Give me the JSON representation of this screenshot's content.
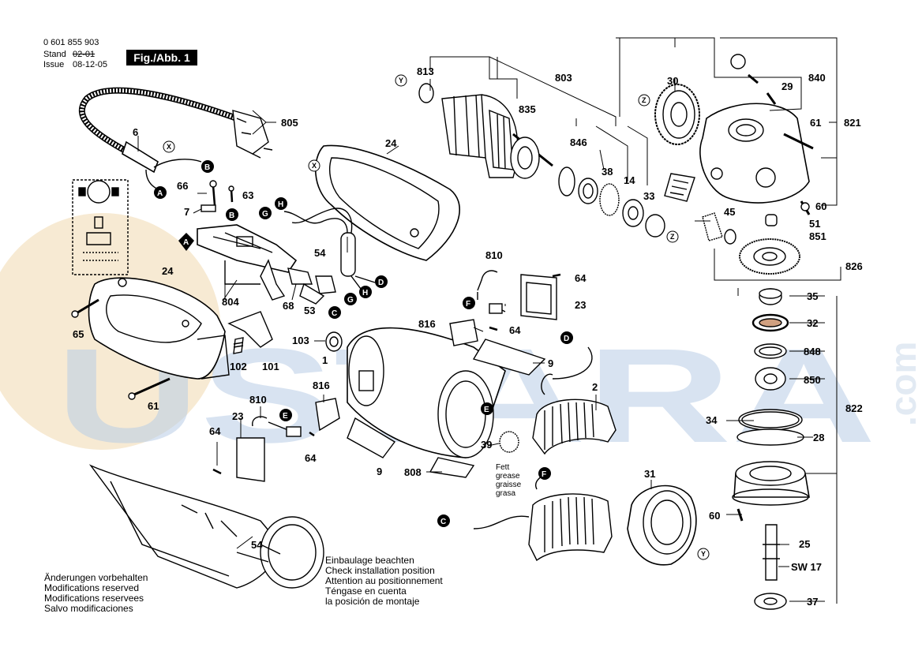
{
  "header": {
    "part_number": "0 601 855 903",
    "stand_label": "Stand",
    "stand_value": "02-01",
    "issue_label": "Issue",
    "issue_value": "08-12-05",
    "figure_badge": "Fig./Abb. 1"
  },
  "notes": {
    "modifications": [
      "Änderungen vorbehalten",
      "Modifications reserved",
      "Modifications reservees",
      "Salvo modificaciones"
    ],
    "installation": [
      "Einbaulage beachten",
      "Check installation position",
      "Attention au positionnement",
      "Téngase en cuenta",
      "la posición de montaje"
    ],
    "grease": [
      "Fett",
      "grease",
      "graisse",
      "grasa"
    ]
  },
  "watermark": {
    "brand": "USTARA",
    "suffix": ".com",
    "color": "#b9cde6",
    "circle_color": "#f4e3c4"
  },
  "labels": {
    "l805": "805",
    "l6": "6",
    "l24a": "24",
    "l24b": "24",
    "l66": "66",
    "l63": "63",
    "l7": "7",
    "l54a": "54",
    "l54b": "54",
    "l804": "804",
    "l68": "68",
    "l53": "53",
    "l65": "65",
    "l102": "102",
    "l101": "101",
    "l61a": "61",
    "l61b": "61",
    "l813": "813",
    "l803": "803",
    "l835": "835",
    "l846": "846",
    "l38": "38",
    "l14": "14",
    "l33": "33",
    "l30": "30",
    "l840": "840",
    "l29": "29",
    "l821": "821",
    "l60a": "60",
    "l60b": "60",
    "l45": "45",
    "l51": "51",
    "l851": "851",
    "l826": "826",
    "l810a": "810",
    "l810b": "810",
    "l64a": "64",
    "l64b": "64",
    "l64c": "64",
    "l23a": "23",
    "l23b": "23",
    "l816a": "816",
    "l816b": "816",
    "l103": "103",
    "l1": "1",
    "l9a": "9",
    "l9b": "9",
    "l2": "2",
    "l39": "39",
    "l808": "808",
    "l31": "31",
    "l35": "35",
    "l32": "32",
    "l848": "848",
    "l850": "850",
    "l822": "822",
    "l34": "34",
    "l28": "28",
    "l25": "25",
    "l37": "37",
    "lsw17": "SW 17"
  },
  "connectors": {
    "A": "A",
    "B": "B",
    "C": "C",
    "D": "D",
    "E": "E",
    "F": "F",
    "G": "G",
    "H": "H"
  },
  "reference_marks": {
    "X": "X",
    "Y": "Y",
    "Z": "Z"
  }
}
